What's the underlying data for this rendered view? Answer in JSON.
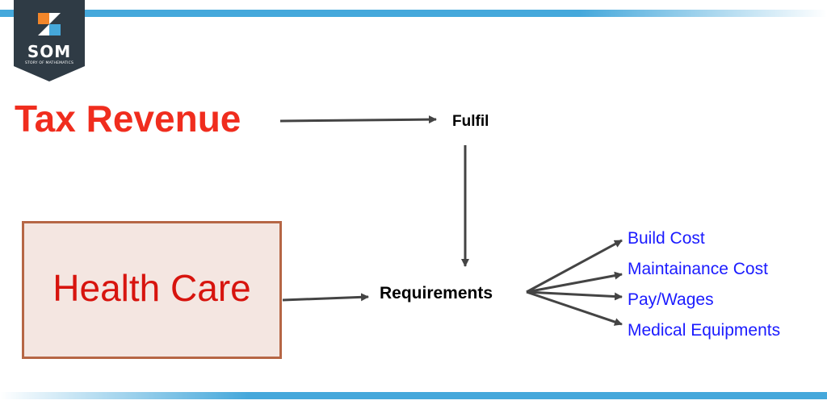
{
  "logo": {
    "name": "SOM",
    "tagline": "STORY OF MATHEMATICS",
    "badge_color": "#2f3b45",
    "accent_color": "#f2862a",
    "secondary_color": "#45a8db"
  },
  "diagram": {
    "source_node": "Tax Revenue",
    "action_node": "Fulfil",
    "box_node": "Health Care",
    "center_node": "Requirements",
    "requirement_items": [
      "Build Cost",
      "Maintainance Cost",
      "Pay/Wages",
      "Medical Equipments"
    ],
    "colors": {
      "source_text": "#f02d1e",
      "box_text": "#d7140e",
      "box_fill": "#f4e6e1",
      "box_border": "#b66645",
      "item_text": "#1b1bff",
      "arrow": "#444444"
    }
  }
}
